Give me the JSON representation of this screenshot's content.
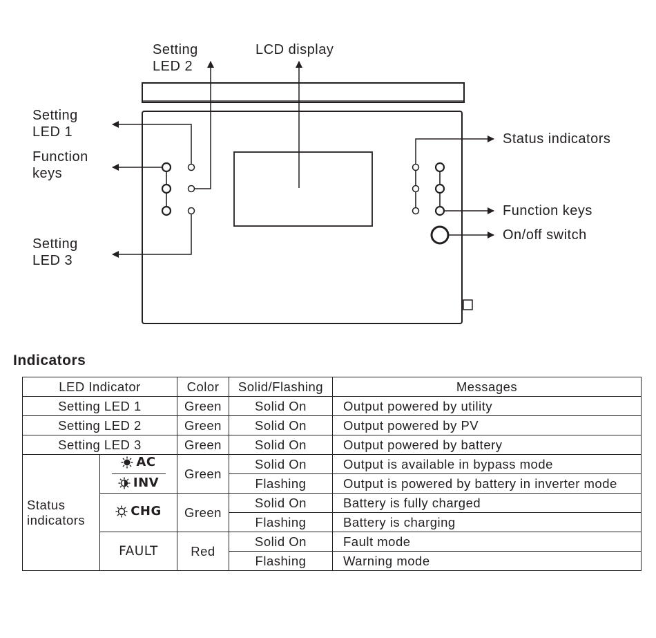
{
  "diagram": {
    "labels": {
      "setting_led_2": [
        "Setting",
        "LED 2"
      ],
      "lcd_display": "LCD display",
      "setting_led_1": [
        "Setting",
        "LED 1"
      ],
      "function_keys_left": [
        "Function",
        "keys"
      ],
      "setting_led_3": [
        "Setting",
        "LED 3"
      ],
      "status_indicators": "Status indicators",
      "function_keys_right": "Function keys",
      "onoff_switch": "On/off switch"
    }
  },
  "indicators": {
    "title": "Indicators",
    "headers": [
      "LED Indicator",
      "Color",
      "Solid/Flashing",
      "Messages"
    ],
    "simple_rows": [
      {
        "indicator": "Setting LED 1",
        "color": "Green",
        "mode": "Solid On",
        "message": "Output powered by utility"
      },
      {
        "indicator": "Setting LED 2",
        "color": "Green",
        "mode": "Solid On",
        "message": "Output powered by PV"
      },
      {
        "indicator": "Setting LED 3",
        "color": "Green",
        "mode": "Solid On",
        "message": "Output powered by battery"
      }
    ],
    "status": {
      "label": [
        "Status",
        "indicators"
      ],
      "groups": [
        {
          "icons": [
            "AC",
            "INV"
          ],
          "color": "Green",
          "rows": [
            {
              "mode": "Solid On",
              "message": "Output is available in bypass mode"
            },
            {
              "mode": "Flashing",
              "message": "Output is powered by battery in inverter mode"
            }
          ]
        },
        {
          "icons": [
            "CHG"
          ],
          "color": "Green",
          "rows": [
            {
              "mode": "Solid On",
              "message": "Battery is fully charged"
            },
            {
              "mode": "Flashing",
              "message": "Battery is charging"
            }
          ]
        },
        {
          "icons": [
            "FAULT"
          ],
          "color": "Red",
          "rows": [
            {
              "mode": "Solid On",
              "message": "Fault mode"
            },
            {
              "mode": "Flashing",
              "message": "Warning mode"
            }
          ]
        }
      ]
    }
  }
}
